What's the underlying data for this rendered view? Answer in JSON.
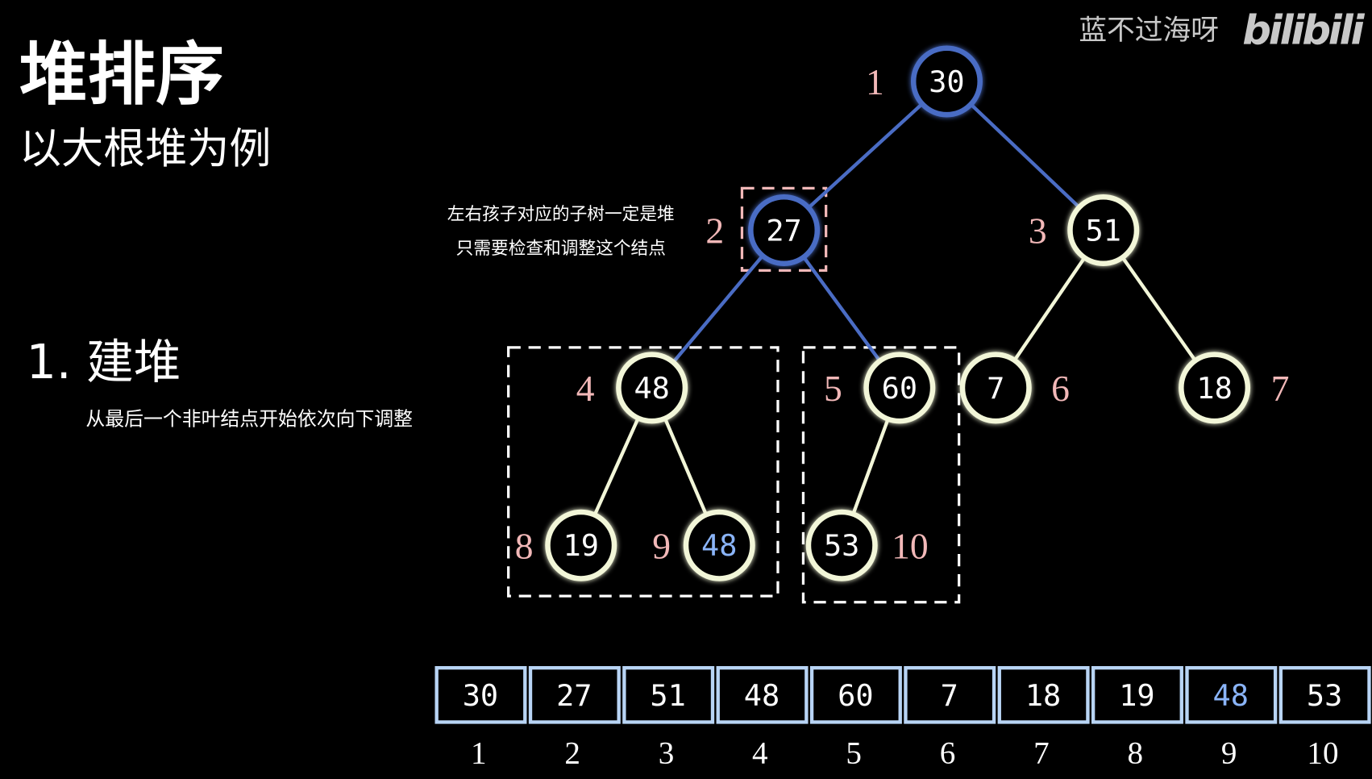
{
  "title": "堆排序",
  "subtitle": "以大根堆为例",
  "step": "1. 建堆",
  "step_note": "从最后一个非叶结点开始依次向下调整",
  "annotation": [
    "左右孩子对应的子树一定是堆",
    "只需要检查和调整这个结点"
  ],
  "watermark": {
    "author": "蓝不过海呀",
    "logo": "bilibili"
  },
  "colors": {
    "blue": "#4a6cc4",
    "pale": "#f2f6d8",
    "pink": "#f2b8b8",
    "highlight_text": "#8ab4f8",
    "array_border": "#b8d4f5"
  },
  "tree": {
    "nodes": [
      {
        "index": "1",
        "value": "30",
        "style": "blue"
      },
      {
        "index": "2",
        "value": "27",
        "style": "blue"
      },
      {
        "index": "3",
        "value": "51",
        "style": "pale"
      },
      {
        "index": "4",
        "value": "48",
        "style": "pale"
      },
      {
        "index": "5",
        "value": "60",
        "style": "pale"
      },
      {
        "index": "6",
        "value": "7",
        "style": "pale"
      },
      {
        "index": "7",
        "value": "18",
        "style": "pale"
      },
      {
        "index": "8",
        "value": "19",
        "style": "pale"
      },
      {
        "index": "9",
        "value": "48",
        "style": "pale",
        "highlight": true
      },
      {
        "index": "10",
        "value": "53",
        "style": "pale"
      }
    ],
    "edges": [
      [
        1,
        2,
        "blue"
      ],
      [
        1,
        3,
        "blue"
      ],
      [
        2,
        4,
        "blue"
      ],
      [
        2,
        5,
        "blue"
      ],
      [
        3,
        6,
        "pale"
      ],
      [
        3,
        7,
        "pale"
      ],
      [
        4,
        8,
        "pale"
      ],
      [
        4,
        9,
        "pale"
      ],
      [
        5,
        10,
        "pale"
      ]
    ]
  },
  "array": {
    "values": [
      "30",
      "27",
      "51",
      "48",
      "60",
      "7",
      "18",
      "19",
      "48",
      "53"
    ],
    "indices": [
      "1",
      "2",
      "3",
      "4",
      "5",
      "6",
      "7",
      "8",
      "9",
      "10"
    ],
    "highlight": [
      9
    ]
  }
}
